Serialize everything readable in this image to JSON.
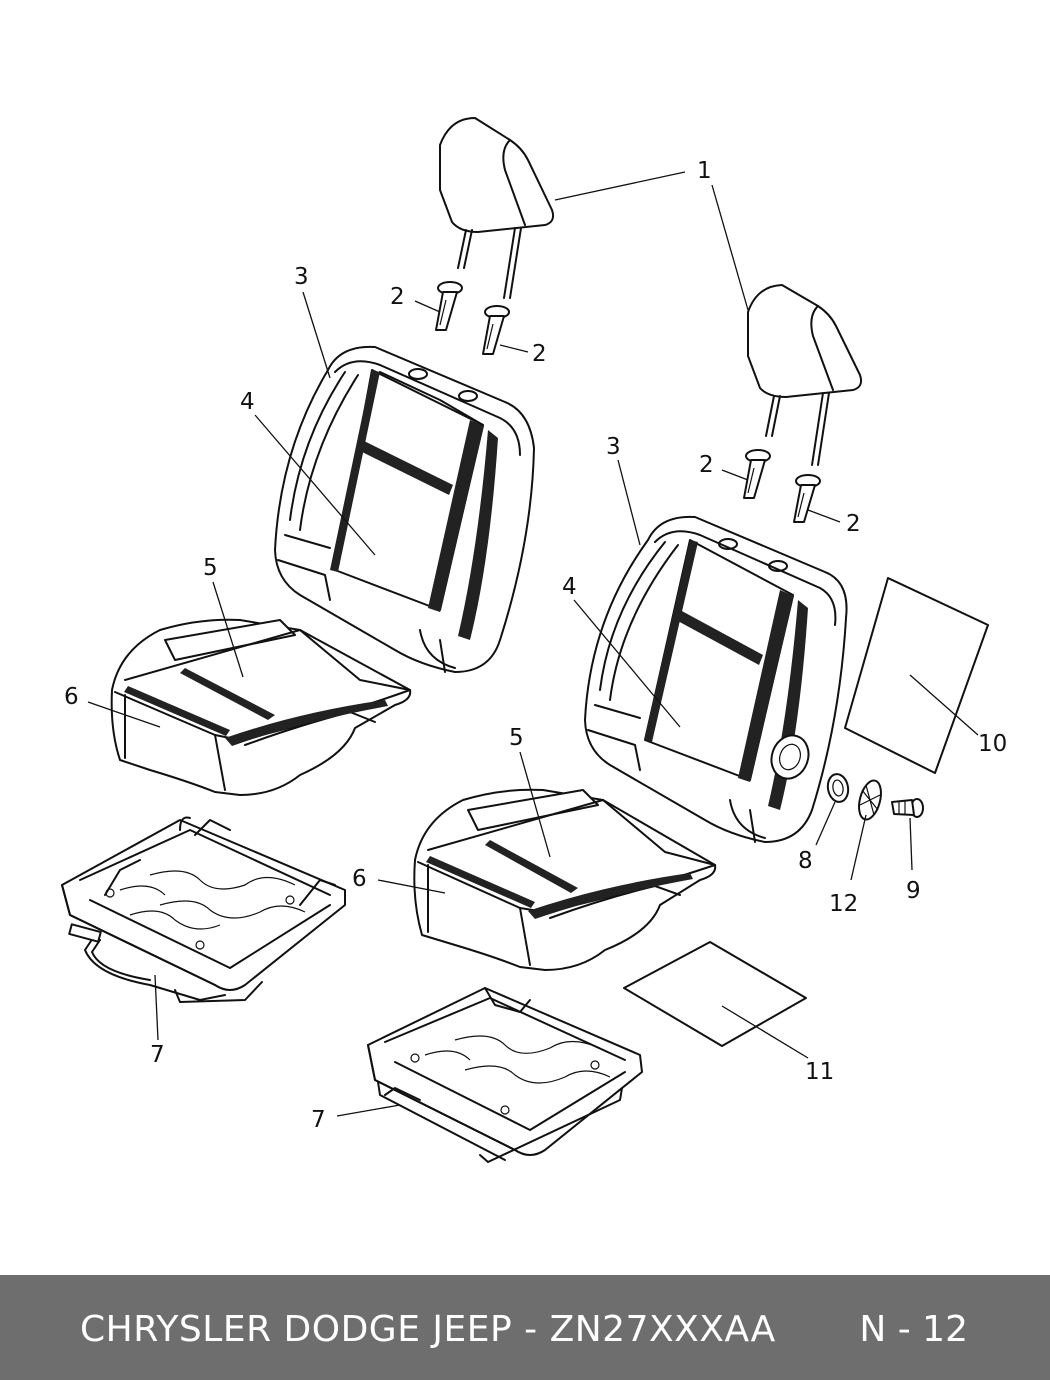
{
  "callouts": {
    "c1": "1",
    "c2a": "2",
    "c2b": "2",
    "c2c": "2",
    "c2d": "2",
    "c3a": "3",
    "c3b": "3",
    "c4a": "4",
    "c4b": "4",
    "c5a": "5",
    "c5b": "5",
    "c6a": "6",
    "c6b": "6",
    "c7a": "7",
    "c7b": "7",
    "c8": "8",
    "c9": "9",
    "c10": "10",
    "c11": "11",
    "c12": "12"
  },
  "footer": {
    "title": "CHRYSLER DODGE JEEP - ZN27XXXAA",
    "page": "N - 12"
  },
  "colors": {
    "footer_bg": "#6e6e6e",
    "footer_text": "#ffffff",
    "line": "#111111"
  }
}
